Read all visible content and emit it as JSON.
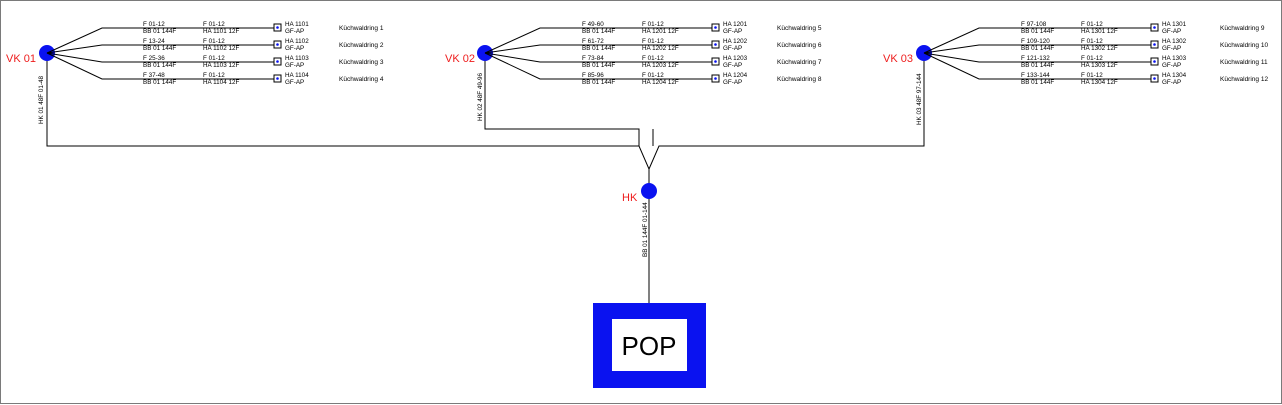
{
  "colors": {
    "node": "#0a12f0",
    "node_label": "#ee1c1c",
    "line": "#000000",
    "pop_border": "#0a12f0"
  },
  "pop": {
    "label": "POP"
  },
  "hub": {
    "label": "HK",
    "cable_label": "BB 01 144F 01-144"
  },
  "groups": [
    {
      "id": "vk01",
      "label": "VK 01",
      "trunk_label": "HK 01 48F 01-48",
      "branches": [
        {
          "fiber_range": "F 01-12",
          "cable": "BB 01 144F",
          "drop_range": "F 01-12",
          "drop_cable": "HA 1101 12F",
          "ha_id": "HA 1101",
          "ha_type": "GF-AP",
          "address": "Küchwaldring 1"
        },
        {
          "fiber_range": "F 13-24",
          "cable": "BB 01 144F",
          "drop_range": "F 01-12",
          "drop_cable": "HA 1102 12F",
          "ha_id": "HA 1102",
          "ha_type": "GF-AP",
          "address": "Küchwaldring 2"
        },
        {
          "fiber_range": "F 25-36",
          "cable": "BB 01 144F",
          "drop_range": "F 01-12",
          "drop_cable": "HA 1103 12F",
          "ha_id": "HA 1103",
          "ha_type": "GF-AP",
          "address": "Küchwaldring 3"
        },
        {
          "fiber_range": "F 37-48",
          "cable": "BB 01 144F",
          "drop_range": "F 01-12",
          "drop_cable": "HA 1104 12F",
          "ha_id": "HA 1104",
          "ha_type": "GF-AP",
          "address": "Küchwaldring 4"
        }
      ]
    },
    {
      "id": "vk02",
      "label": "VK 02",
      "trunk_label": "HK 02 48F 49-96",
      "branches": [
        {
          "fiber_range": "F 49-60",
          "cable": "BB 01 144F",
          "drop_range": "F 01-12",
          "drop_cable": "HA 1201 12F",
          "ha_id": "HA 1201",
          "ha_type": "GF-AP",
          "address": "Küchwaldring 5"
        },
        {
          "fiber_range": "F 61-72",
          "cable": "BB 01 144F",
          "drop_range": "F 01-12",
          "drop_cable": "HA 1202 12F",
          "ha_id": "HA 1202",
          "ha_type": "GF-AP",
          "address": "Küchwaldring 6"
        },
        {
          "fiber_range": "F 73-84",
          "cable": "BB 01 144F",
          "drop_range": "F 01-12",
          "drop_cable": "HA 1203 12F",
          "ha_id": "HA 1203",
          "ha_type": "GF-AP",
          "address": "Küchwaldring 7"
        },
        {
          "fiber_range": "F 85-96",
          "cable": "BB 01 144F",
          "drop_range": "F 01-12",
          "drop_cable": "HA 1204 12F",
          "ha_id": "HA 1204",
          "ha_type": "GF-AP",
          "address": "Küchwaldring 8"
        }
      ]
    },
    {
      "id": "vk03",
      "label": "VK 03",
      "trunk_label": "HK 03 48F 97-144",
      "branches": [
        {
          "fiber_range": "F 97-108",
          "cable": "BB 01 144F",
          "drop_range": "F 01-12",
          "drop_cable": "HA 1301 12F",
          "ha_id": "HA 1301",
          "ha_type": "GF-AP",
          "address": "Küchwaldring 9"
        },
        {
          "fiber_range": "F 109-120",
          "cable": "BB 01 144F",
          "drop_range": "F 01-12",
          "drop_cable": "HA 1302 12F",
          "ha_id": "HA 1302",
          "ha_type": "GF-AP",
          "address": "Küchwaldring 10"
        },
        {
          "fiber_range": "F 121-132",
          "cable": "BB 01 144F",
          "drop_range": "F 01-12",
          "drop_cable": "HA 1303 12F",
          "ha_id": "HA 1303",
          "ha_type": "GF-AP",
          "address": "Küchwaldring 11"
        },
        {
          "fiber_range": "F 133-144",
          "cable": "BB 01 144F",
          "drop_range": "F 01-12",
          "drop_cable": "HA 1304 12F",
          "ha_id": "HA 1304",
          "ha_type": "GF-AP",
          "address": "Küchwaldring 12"
        }
      ]
    }
  ]
}
